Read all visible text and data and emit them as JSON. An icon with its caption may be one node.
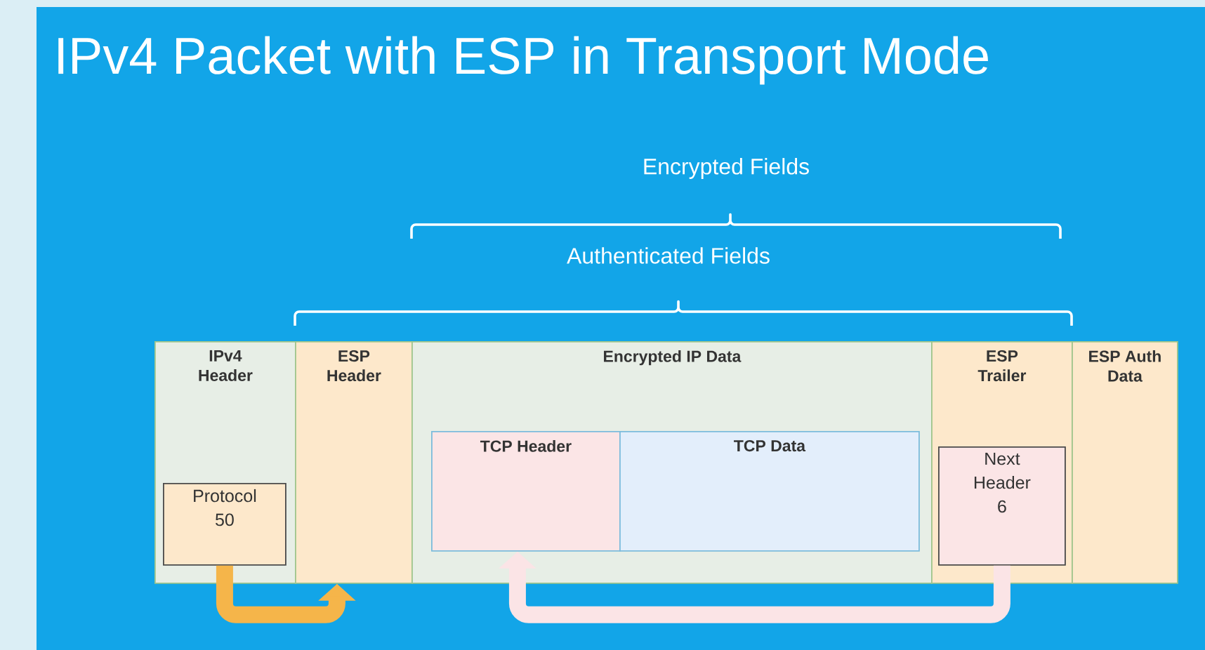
{
  "diagram": {
    "title": "IPv4 Packet with ESP in Transport Mode",
    "nodes": [
      {
        "text": [
          "IPv4 Header"
        ]
      },
      {
        "text": [
          "Protocol 50"
        ],
        "in": 0
      },
      {
        "text": [
          "ESP Header"
        ]
      },
      {
        "text": [
          "Encrypted IP Data"
        ]
      },
      {
        "text": [
          "TCP Header"
        ],
        "in": 3
      },
      {
        "text": [
          "TCP Data"
        ],
        "in": 3
      },
      {
        "text": [
          "ESP Trailer"
        ]
      },
      {
        "text": [
          "Next Header 6"
        ],
        "in": 6
      },
      {
        "text": [
          "ESP Auth Data"
        ]
      }
    ],
    "edges": [
      {
        "from": 1,
        "to": 2,
        "arrow": "to",
        "color": "#f5b54a"
      },
      {
        "from": 7,
        "to": 4,
        "arrow": "to",
        "color": "#fbe4e6"
      }
    ],
    "labels": [
      "Encrypted Fields",
      "Authenticated Fields"
    ]
  }
}
